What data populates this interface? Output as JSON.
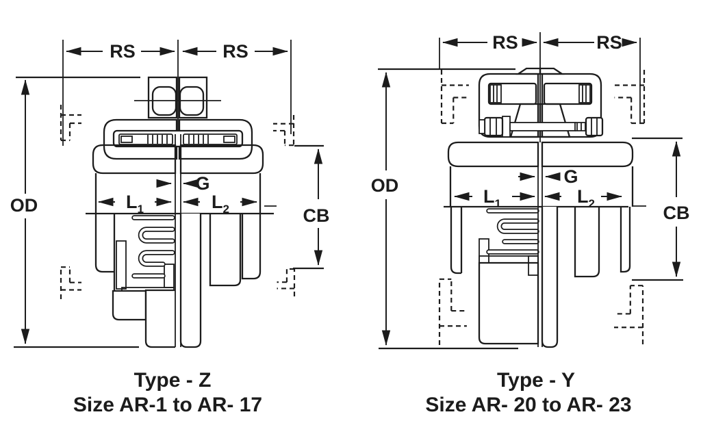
{
  "page": {
    "background": "#ffffff",
    "ink": "#1c1c1c"
  },
  "figures": [
    {
      "id": "type-z",
      "title": "Type - Z",
      "size_range": "Size AR-1 to AR- 17",
      "labels": {
        "rs_left": "RS",
        "rs_right": "RS",
        "od": "OD",
        "gap": "G",
        "l1": {
          "base": "L",
          "sub": "1"
        },
        "l2": {
          "base": "L",
          "sub": "2"
        },
        "cb": "CB"
      }
    },
    {
      "id": "type-y",
      "title": "Type - Y",
      "size_range": "Size AR- 20 to AR- 23",
      "labels": {
        "rs_left": "RS",
        "rs_right": "RS",
        "od": "OD",
        "gap": "G",
        "l1": {
          "base": "L",
          "sub": "1"
        },
        "l2": {
          "base": "L",
          "sub": "2"
        },
        "cb": "CB"
      }
    }
  ]
}
